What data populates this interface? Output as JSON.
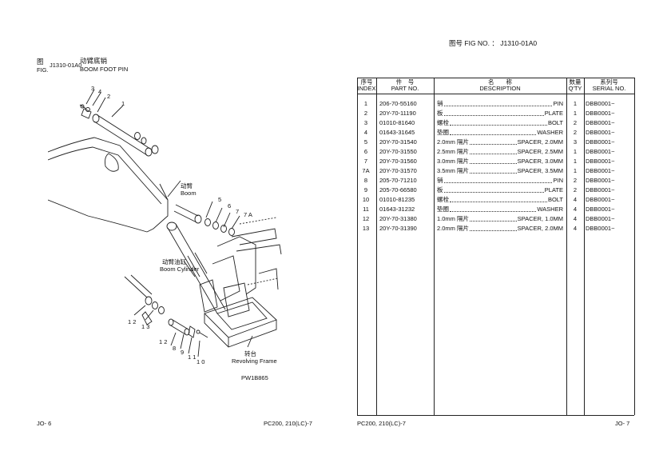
{
  "left_page": {
    "fig_zh": "图",
    "fig_en": "FIG.",
    "fig_no": "J1310-01A0",
    "title_zh": "动臂底销",
    "title_en": "BOOM FOOT PIN",
    "labels": {
      "boom_zh": "动臂",
      "boom_en": "Boom",
      "cylinder_zh": "动臂油缸",
      "cylinder_en": "Boom Cylinder",
      "frame_zh": "转台",
      "frame_en": "Revolving Frame",
      "drawing_no": "PW1B865"
    },
    "callouts": [
      "3",
      "4",
      "2",
      "1",
      "5",
      "6",
      "7",
      "7 A",
      "1 2",
      "1 3",
      "1 2",
      "8",
      "9",
      "1 1",
      "1 0"
    ],
    "footer_left": "JO- 6",
    "footer_right": "PC200, 210(LC)-7"
  },
  "right_page": {
    "fig_header_zh": "图号",
    "fig_header_en": "FIG NO.",
    "fig_header_sep": "：",
    "fig_header_no": "J1310-01A0",
    "columns": {
      "index_zh": "序号",
      "index_en": "INDEX",
      "part_zh": "件　号",
      "part_en": "PART NO.",
      "desc_zh": "名　　称",
      "desc_en": "DESCRIPTION",
      "qty_zh": "数量",
      "qty_en": "Q'TY",
      "serial_zh": "系列号",
      "serial_en": "SERIAL NO."
    },
    "rows": [
      {
        "index": "1",
        "part": "206-70-55160",
        "desc_zh": "销",
        "desc_en": "PIN",
        "qty": "1",
        "serial": "DBB0001~"
      },
      {
        "index": "2",
        "part": "20Y-70-11190",
        "desc_zh": "板",
        "desc_en": "PLATE",
        "qty": "1",
        "serial": "DBB0001~"
      },
      {
        "index": "3",
        "part": "01010-81640",
        "desc_zh": "螺栓",
        "desc_en": "BOLT",
        "qty": "2",
        "serial": "DBB0001~"
      },
      {
        "index": "4",
        "part": "01643-31645",
        "desc_zh": "垫圈",
        "desc_en": "WASHER",
        "qty": "2",
        "serial": "DBB0001~"
      },
      {
        "index": "5",
        "part": "20Y-70-31540",
        "desc_zh": "2.0mm 隔片",
        "desc_en": "SPACER, 2.0MM",
        "qty": "3",
        "serial": "DBB0001~"
      },
      {
        "index": "6",
        "part": "20Y-70-31550",
        "desc_zh": "2.5mm 隔片",
        "desc_en": "SPACER, 2.5MM",
        "qty": "1",
        "serial": "DBB0001~"
      },
      {
        "index": "7",
        "part": "20Y-70-31560",
        "desc_zh": "3.0mm 隔片",
        "desc_en": "SPACER, 3.0MM",
        "qty": "1",
        "serial": "DBB0001~"
      },
      {
        "index": "7A",
        "part": "20Y-70-31570",
        "desc_zh": "3.5mm 隔片",
        "desc_en": "SPACER, 3.5MM",
        "qty": "1",
        "serial": "DBB0001~"
      },
      {
        "index": "8",
        "part": "205-70-71210",
        "desc_zh": "销",
        "desc_en": "PIN",
        "qty": "2",
        "serial": "DBB0001~"
      },
      {
        "index": "9",
        "part": "205-70-66580",
        "desc_zh": "板",
        "desc_en": "PLATE",
        "qty": "2",
        "serial": "DBB0001~"
      },
      {
        "index": "10",
        "part": "01010-81235",
        "desc_zh": "螺栓",
        "desc_en": "BOLT",
        "qty": "4",
        "serial": "DBB0001~"
      },
      {
        "index": "11",
        "part": "01643-31232",
        "desc_zh": "垫圈",
        "desc_en": "WASHER",
        "qty": "4",
        "serial": "DBB0001~"
      },
      {
        "index": "12",
        "part": "20Y-70-31380",
        "desc_zh": "1.0mm 隔片",
        "desc_en": "SPACER, 1.0MM",
        "qty": "4",
        "serial": "DBB0001~"
      },
      {
        "index": "13",
        "part": "20Y-70-31390",
        "desc_zh": "2.0mm 隔片",
        "desc_en": "SPACER, 2.0MM",
        "qty": "4",
        "serial": "DBB0001~"
      }
    ],
    "footer_left": "PC200, 210(LC)-7",
    "footer_right": "JO- 7"
  }
}
